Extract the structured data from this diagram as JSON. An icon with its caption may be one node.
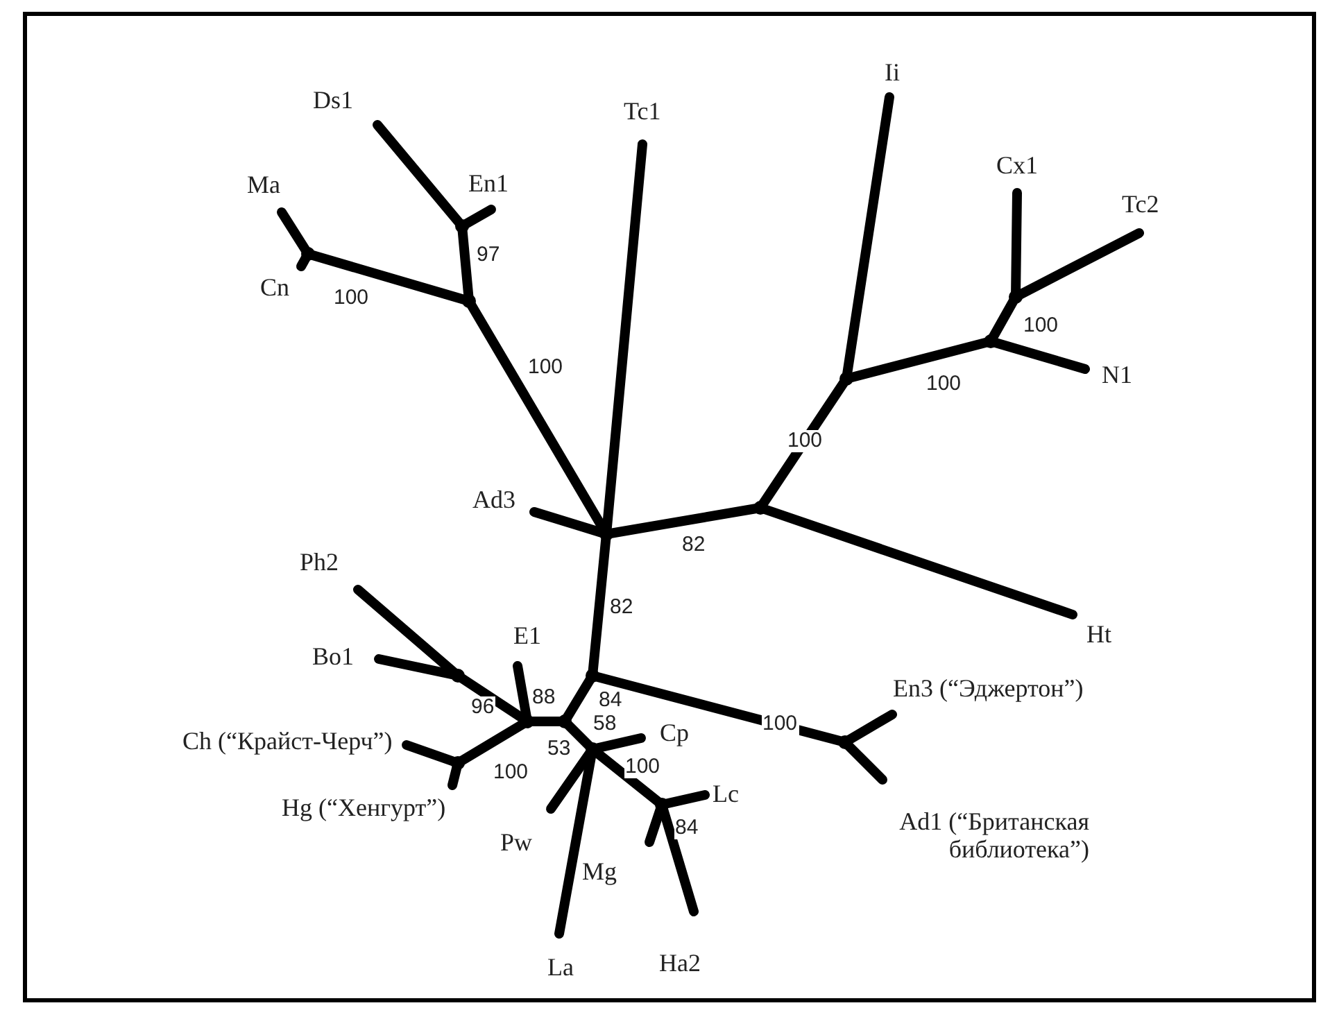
{
  "diagram": {
    "nodes": [
      {
        "text": [
          "Ds1"
        ]
      },
      {
        "text": [
          "Tc1"
        ]
      },
      {
        "text": [
          "Ii"
        ]
      },
      {
        "text": [
          "Ma"
        ]
      },
      {
        "text": [
          "En1"
        ]
      },
      {
        "text": [
          "Cx1"
        ]
      },
      {
        "text": [
          "Tc2"
        ]
      },
      {
        "text": [
          "Cn"
        ]
      },
      {
        "text": [
          "N1"
        ]
      },
      {
        "text": [
          "Ad3"
        ]
      },
      {
        "text": [
          "Ph2"
        ]
      },
      {
        "text": [
          "Ht"
        ]
      },
      {
        "text": [
          "Bo1"
        ]
      },
      {
        "text": [
          "E1"
        ]
      },
      {
        "text": [
          "En3 (“Эджертон”)"
        ]
      },
      {
        "text": [
          "Ch (“Крайст-Черч”)"
        ]
      },
      {
        "text": [
          "Cp"
        ]
      },
      {
        "text": [
          "Hg (“Хенгурт”)"
        ]
      },
      {
        "text": [
          "Lc"
        ]
      },
      {
        "text": [
          "Pw"
        ]
      },
      {
        "text": [
          "Mg"
        ]
      },
      {
        "text": [
          "Ad1 (“Британская библиотека”)"
        ]
      },
      {
        "text": [
          "La"
        ]
      },
      {
        "text": [
          "Ha2"
        ]
      },
      {
        "text": [],
        "shape": "dot"
      },
      {
        "text": [],
        "shape": "dot"
      },
      {
        "text": [],
        "shape": "dot"
      },
      {
        "text": [],
        "shape": "dot"
      },
      {
        "text": [],
        "shape": "dot"
      },
      {
        "text": [],
        "shape": "dot"
      },
      {
        "text": [],
        "shape": "dot"
      },
      {
        "text": [],
        "shape": "dot"
      },
      {
        "text": [],
        "shape": "dot"
      },
      {
        "text": [],
        "shape": "dot"
      },
      {
        "text": [],
        "shape": "dot"
      },
      {
        "text": [],
        "shape": "dot"
      },
      {
        "text": [],
        "shape": "dot"
      },
      {
        "text": [],
        "shape": "dot"
      },
      {
        "text": [],
        "shape": "dot"
      },
      {
        "text": [],
        "shape": "dot"
      }
    ],
    "edges": [
      {
        "from": 31,
        "to": 27,
        "arrow": "none",
        "label": "100"
      },
      {
        "from": 27,
        "to": 25,
        "arrow": "none",
        "label": "100"
      },
      {
        "from": 27,
        "to": 24,
        "arrow": "none",
        "label": "97"
      },
      {
        "from": 24,
        "to": 0,
        "arrow": "none"
      },
      {
        "from": 24,
        "to": 4,
        "arrow": "none"
      },
      {
        "from": 25,
        "to": 3,
        "arrow": "none"
      },
      {
        "from": 25,
        "to": 7,
        "arrow": "none"
      },
      {
        "from": 31,
        "to": 1,
        "arrow": "none"
      },
      {
        "from": 31,
        "to": 9,
        "arrow": "none"
      },
      {
        "from": 31,
        "to": 30,
        "arrow": "none",
        "label": "82"
      },
      {
        "from": 30,
        "to": 11,
        "arrow": "none"
      },
      {
        "from": 30,
        "to": 29,
        "arrow": "none",
        "label": "100"
      },
      {
        "from": 29,
        "to": 2,
        "arrow": "none"
      },
      {
        "from": 29,
        "to": 28,
        "arrow": "none",
        "label": "100"
      },
      {
        "from": 28,
        "to": 8,
        "arrow": "none"
      },
      {
        "from": 28,
        "to": 26,
        "arrow": "none",
        "label": "100"
      },
      {
        "from": 26,
        "to": 5,
        "arrow": "none"
      },
      {
        "from": 26,
        "to": 6,
        "arrow": "none"
      },
      {
        "from": 31,
        "to": 33,
        "arrow": "none",
        "label": "82"
      },
      {
        "from": 33,
        "to": 36,
        "arrow": "none",
        "label": "100"
      },
      {
        "from": 36,
        "to": 14,
        "arrow": "none"
      },
      {
        "from": 36,
        "to": 21,
        "arrow": "none"
      },
      {
        "from": 33,
        "to": 35,
        "arrow": "none",
        "label": "84"
      },
      {
        "from": 35,
        "to": 34,
        "arrow": "none",
        "label": "53"
      },
      {
        "from": 34,
        "to": 13,
        "arrow": "none",
        "label": "88"
      },
      {
        "from": 34,
        "to": 32,
        "arrow": "none",
        "label": "96"
      },
      {
        "from": 32,
        "to": 10,
        "arrow": "none"
      },
      {
        "from": 32,
        "to": 12,
        "arrow": "none"
      },
      {
        "from": 34,
        "to": 38,
        "arrow": "none",
        "label": "100"
      },
      {
        "from": 38,
        "to": 15,
        "arrow": "none"
      },
      {
        "from": 38,
        "to": 17,
        "arrow": "none"
      },
      {
        "from": 35,
        "to": 37,
        "arrow": "none",
        "label": "58"
      },
      {
        "from": 37,
        "to": 16,
        "arrow": "none"
      },
      {
        "from": 37,
        "to": 19,
        "arrow": "none"
      },
      {
        "from": 37,
        "to": 22,
        "arrow": "none"
      },
      {
        "from": 37,
        "to": 39,
        "arrow": "none",
        "label": "100"
      },
      {
        "from": 39,
        "to": 18,
        "arrow": "none"
      },
      {
        "from": 39,
        "to": 20,
        "arrow": "none"
      },
      {
        "from": 39,
        "to": 23,
        "arrow": "none",
        "label": "84"
      }
    ]
  }
}
